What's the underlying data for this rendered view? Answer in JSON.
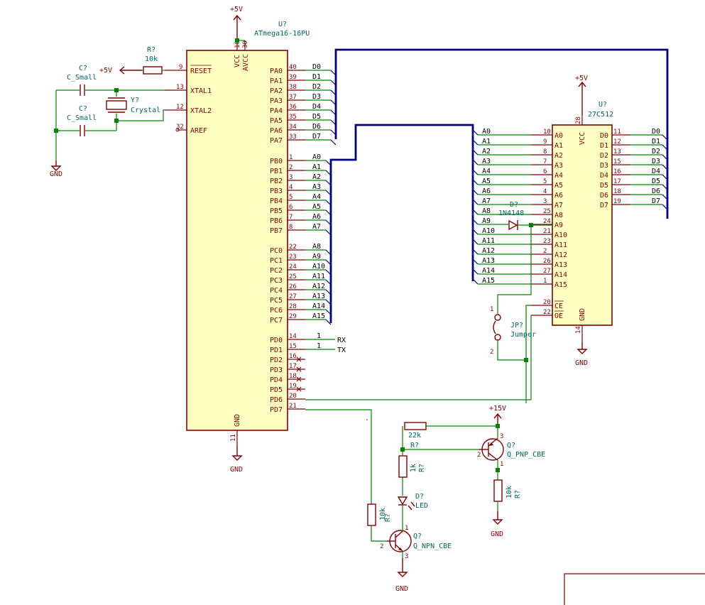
{
  "u1": {
    "ref": "U?",
    "value": "ATmega16-16PU",
    "pins_left": [
      "RESET",
      "XTAL1",
      "XTAL2",
      "AREF"
    ],
    "pins_left_nums": [
      "9",
      "13",
      "12",
      "32"
    ],
    "top_nums": [
      "10",
      "30"
    ],
    "top_names": [
      "VCC",
      "AVCC"
    ],
    "pa": [
      "PA0",
      "PA1",
      "PA2",
      "PA3",
      "PA4",
      "PA5",
      "PA6",
      "PA7"
    ],
    "pa_nums": [
      "40",
      "39",
      "38",
      "37",
      "36",
      "35",
      "34",
      "33"
    ],
    "pb": [
      "PB0",
      "PB1",
      "PB2",
      "PB3",
      "PB4",
      "PB5",
      "PB6",
      "PB7"
    ],
    "pb_nums": [
      "1",
      "2",
      "3",
      "4",
      "5",
      "6",
      "7",
      "8"
    ],
    "pc": [
      "PC0",
      "PC1",
      "PC2",
      "PC3",
      "PC4",
      "PC5",
      "PC6",
      "PC7"
    ],
    "pc_nums": [
      "22",
      "23",
      "24",
      "25",
      "26",
      "27",
      "28",
      "29"
    ],
    "pd": [
      "PD0",
      "PD1",
      "PD2",
      "PD3",
      "PD4",
      "PD5",
      "PD6",
      "PD7"
    ],
    "pd_nums": [
      "14",
      "15",
      "16",
      "17",
      "18",
      "19",
      "20",
      "21"
    ],
    "gnd_name": "GND",
    "gnd_num": "11"
  },
  "u2": {
    "ref": "U?",
    "value": "27C512",
    "a": [
      "A0",
      "A1",
      "A2",
      "A3",
      "A4",
      "A5",
      "A6",
      "A7",
      "A8",
      "A9",
      "A10",
      "A11",
      "A12",
      "A13",
      "A14",
      "A15"
    ],
    "a_nums": [
      "10",
      "9",
      "8",
      "7",
      "6",
      "5",
      "4",
      "3",
      "25",
      "24",
      "21",
      "23",
      "2",
      "26",
      "27",
      "1"
    ],
    "d": [
      "D0",
      "D1",
      "D2",
      "D3",
      "D4",
      "D5",
      "D6",
      "D7"
    ],
    "d_nums": [
      "11",
      "12",
      "13",
      "15",
      "16",
      "17",
      "18",
      "19"
    ],
    "ce": "CE",
    "oe": "OE",
    "ce_num": "20",
    "oe_num": "22",
    "vcc": "VCC",
    "vcc_num": "28",
    "gnd": "GND",
    "gnd_num": "14"
  },
  "nets": {
    "data": [
      "D0",
      "D1",
      "D2",
      "D3",
      "D4",
      "D5",
      "D6",
      "D7"
    ],
    "addr_lo": [
      "A0",
      "A1",
      "A2",
      "A3",
      "A4",
      "A5",
      "A6",
      "A7"
    ],
    "addr_hi": [
      "A8",
      "A9",
      "A10",
      "A11",
      "A12",
      "A13",
      "A14",
      "A15"
    ],
    "rx": "RX",
    "tx": "TX",
    "one": "1"
  },
  "power": {
    "p5": "+5V",
    "p15": "+15V",
    "gnd": "GND"
  },
  "parts": {
    "r_reset": {
      "ref": "R?",
      "value": "10k"
    },
    "c1": {
      "ref": "C?",
      "value": "C_Small"
    },
    "c2": {
      "ref": "C?",
      "value": "C_Small"
    },
    "y1": {
      "ref": "Y?",
      "value": "Crystal"
    },
    "diode": {
      "ref": "D?",
      "value": "1N4148"
    },
    "jumper": {
      "ref": "JP?",
      "value": "Jumper",
      "p1": "1",
      "p2": "2"
    },
    "q_pnp": {
      "ref": "Q?",
      "value": "Q_PNP_CBE",
      "p1": "1",
      "p2": "2",
      "p3": "3"
    },
    "q_npn": {
      "ref": "Q?",
      "value": "Q_NPN_CBE",
      "p1": "1",
      "p2": "2",
      "p3": "3"
    },
    "r22k": {
      "ref": "R?",
      "value": "22k"
    },
    "r1k": {
      "ref": "R?",
      "value": "1k"
    },
    "r10k_e": {
      "ref": "R?",
      "value": "10k"
    },
    "r10k_b": {
      "ref": "R?",
      "value": "10k"
    },
    "led": {
      "ref": "D?",
      "value": "LED"
    }
  }
}
